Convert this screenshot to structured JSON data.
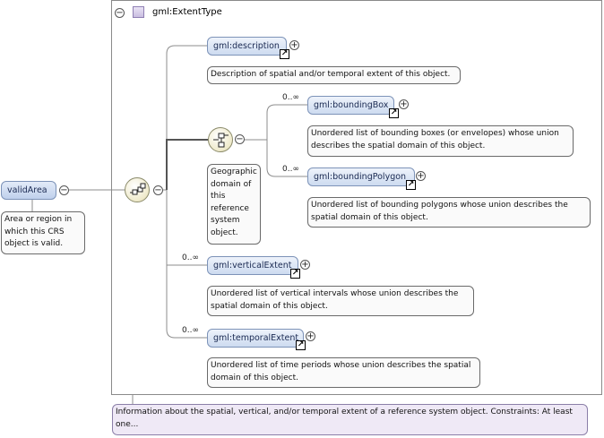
{
  "root_element": {
    "name": "validArea",
    "annotation": "Area or region in which this CRS object is valid."
  },
  "type": {
    "name": "gml:ExtentType",
    "annotation": "Information about the spatial, vertical, and/or temporal extent of a reference system object. Constraints: At least one..."
  },
  "choice": {
    "annotation": "Geographic domain of this reference system object."
  },
  "elements": {
    "description": {
      "name": "gml:description",
      "multiplicity": "",
      "annotation": "Description of spatial and/or temporal extent of this object."
    },
    "boundingBox": {
      "name": "gml:boundingBox",
      "multiplicity": "0..∞",
      "annotation": "Unordered list of bounding boxes (or envelopes) whose union describes the spatial domain of this object."
    },
    "boundingPolygon": {
      "name": "gml:boundingPolygon",
      "multiplicity": "0..∞",
      "annotation": "Unordered list of bounding polygons whose union describes the spatial domain of this object."
    },
    "verticalExtent": {
      "name": "gml:verticalExtent",
      "multiplicity": "0..∞",
      "annotation": "Unordered list of vertical intervals whose union describes the spatial domain of this object."
    },
    "temporalExtent": {
      "name": "gml:temporalExtent",
      "multiplicity": "0..∞",
      "annotation": "Unordered list of time periods whose union describes the spatial domain of this object."
    }
  },
  "glyphs": {
    "collapse": "−",
    "expand": "+",
    "link": "↗"
  },
  "colors": {
    "element_fill": "#cddbf0",
    "element_border": "#7d93b8",
    "type_fill": "#efe9f6",
    "compositor_fill": "#efeacb"
  }
}
